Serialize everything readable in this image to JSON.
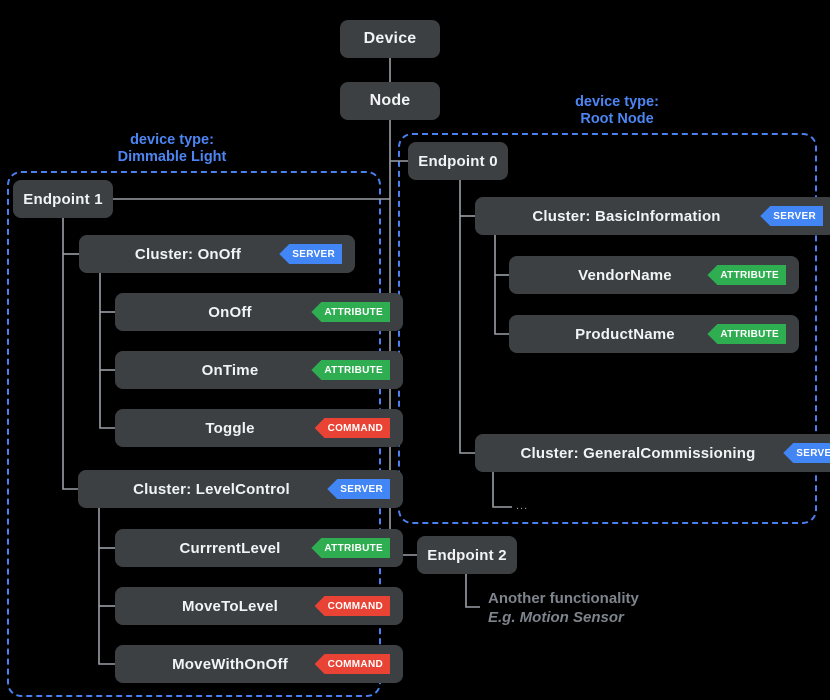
{
  "palette": {
    "background": "#000000",
    "box_fill": "#3c4043",
    "box_text": "#f1f3f4",
    "connector": "#9aa0a6",
    "device_type_blue": "#4d85f2",
    "server_badge": "#4285f4",
    "attribute_badge": "#2fae51",
    "command_badge": "#e94335",
    "note_text": "#7d848b"
  },
  "tree": {
    "device": {
      "label": "Device"
    },
    "node": {
      "label": "Node"
    }
  },
  "dimmable_light": {
    "type_caption": "device type:",
    "type_name": "Dimmable Light",
    "endpoint": {
      "label": "Endpoint 1"
    },
    "cluster_onoff": {
      "label": "Cluster: OnOff",
      "badge": "SERVER"
    },
    "attr_onoff": {
      "label": "OnOff",
      "badge": "ATTRIBUTE"
    },
    "attr_ontime": {
      "label": "OnTime",
      "badge": "ATTRIBUTE"
    },
    "cmd_toggle": {
      "label": "Toggle",
      "badge": "COMMAND"
    },
    "cluster_levelcontrol": {
      "label": "Cluster: LevelControl",
      "badge": "SERVER"
    },
    "attr_currentlevel": {
      "label": "CurrrentLevel",
      "badge": "ATTRIBUTE"
    },
    "cmd_movetolevel": {
      "label": "MoveToLevel",
      "badge": "COMMAND"
    },
    "cmd_movewithonoff": {
      "label": "MoveWithOnOff",
      "badge": "COMMAND"
    }
  },
  "root_node": {
    "type_caption": "device type:",
    "type_name": "Root Node",
    "endpoint": {
      "label": "Endpoint 0"
    },
    "cluster_basicinformation": {
      "label": "Cluster: BasicInformation",
      "badge": "SERVER"
    },
    "attr_vendorname": {
      "label": "VendorName",
      "badge": "ATTRIBUTE"
    },
    "attr_productname": {
      "label": "ProductName",
      "badge": "ATTRIBUTE"
    },
    "cluster_generalcommissioning": {
      "label": "Cluster: GeneralCommissioning",
      "badge": "SERVER"
    },
    "ellipsis": "..."
  },
  "endpoint2": {
    "label": "Endpoint 2",
    "note_line1": "Another functionality",
    "note_line2": "E.g. Motion Sensor"
  }
}
